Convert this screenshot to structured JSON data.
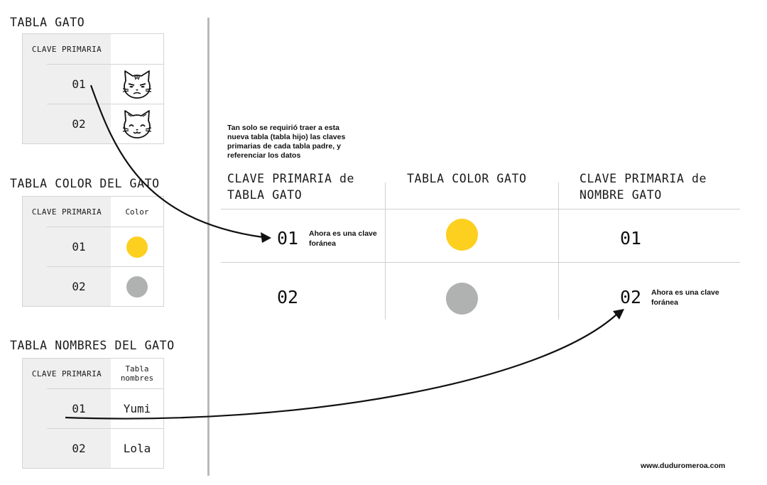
{
  "left": {
    "cat_table": {
      "title": "TABLA GATO",
      "header_pk": "CLAVE PRIMARIA",
      "header_val": "",
      "rows": [
        {
          "pk": "01",
          "icon": "grumpy-cat-icon"
        },
        {
          "pk": "02",
          "icon": "smiling-cat-icon"
        }
      ]
    },
    "color_table": {
      "title": "TABLA COLOR DEL GATO",
      "header_pk": "CLAVE PRIMARIA",
      "header_val": "Color",
      "rows": [
        {
          "pk": "01",
          "color": "#fdd020"
        },
        {
          "pk": "02",
          "color": "#b0b2b2"
        }
      ]
    },
    "names_table": {
      "title": "TABLA NOMBRES DEL GATO",
      "header_pk": "CLAVE PRIMARIA",
      "header_val": "Tabla nombres",
      "rows": [
        {
          "pk": "01",
          "name": "Yumi"
        },
        {
          "pk": "02",
          "name": "Lola"
        }
      ]
    }
  },
  "right": {
    "note": "Tan solo se requirió traer a esta nueva tabla (tabla hijo) las claves primarias de cada tabla padre, y referenciar los datos",
    "headers": [
      "CLAVE PRIMARIA de TABLA GATO",
      "TABLA COLOR GATO",
      "CLAVE PRIMARIA de NOMBRE GATO"
    ],
    "rows": [
      {
        "cat_pk": "01",
        "color": "#fdd020",
        "name_pk": "01"
      },
      {
        "cat_pk": "02",
        "color": "#b0b2b2",
        "name_pk": "02"
      }
    ],
    "fk_note": "Ahora es una clave foránea"
  },
  "footer": "www.duduromeroa.com",
  "colors": {
    "yellow": "#fdd020",
    "gray": "#b0b2b2",
    "divider": "#b9b9b9",
    "pk_column": "#efefef"
  }
}
